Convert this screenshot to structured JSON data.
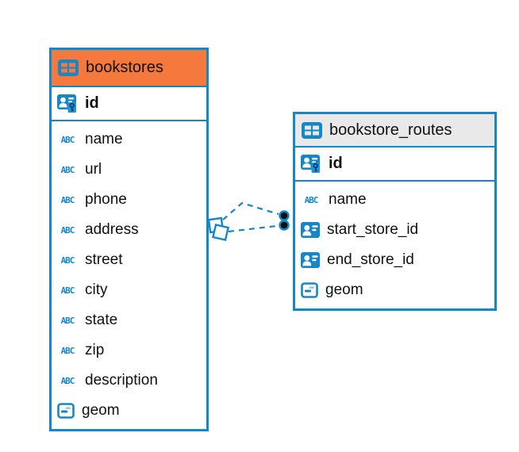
{
  "icon_labels": {
    "text_type": "ABC"
  },
  "colors": {
    "accent_blue": "#1587C9",
    "bookstores_header": "#F5793C",
    "routes_header": "#E9E9E9",
    "text": "#111111"
  },
  "tables": [
    {
      "name": "bookstores",
      "primary_key": "id",
      "columns": [
        {
          "name": "name",
          "type": "text"
        },
        {
          "name": "url",
          "type": "text"
        },
        {
          "name": "phone",
          "type": "text"
        },
        {
          "name": "address",
          "type": "text"
        },
        {
          "name": "street",
          "type": "text"
        },
        {
          "name": "city",
          "type": "text"
        },
        {
          "name": "state",
          "type": "text"
        },
        {
          "name": "zip",
          "type": "text"
        },
        {
          "name": "description",
          "type": "text"
        },
        {
          "name": "geom",
          "type": "geometry"
        }
      ]
    },
    {
      "name": "bookstore_routes",
      "primary_key": "id",
      "columns": [
        {
          "name": "name",
          "type": "text"
        },
        {
          "name": "start_store_id",
          "type": "foreign_key"
        },
        {
          "name": "end_store_id",
          "type": "foreign_key"
        },
        {
          "name": "geom",
          "type": "geometry"
        }
      ]
    }
  ],
  "relationship": {
    "from_table": "bookstores",
    "to_table": "bookstore_routes",
    "line_style": "dashed",
    "line_count": 2
  }
}
